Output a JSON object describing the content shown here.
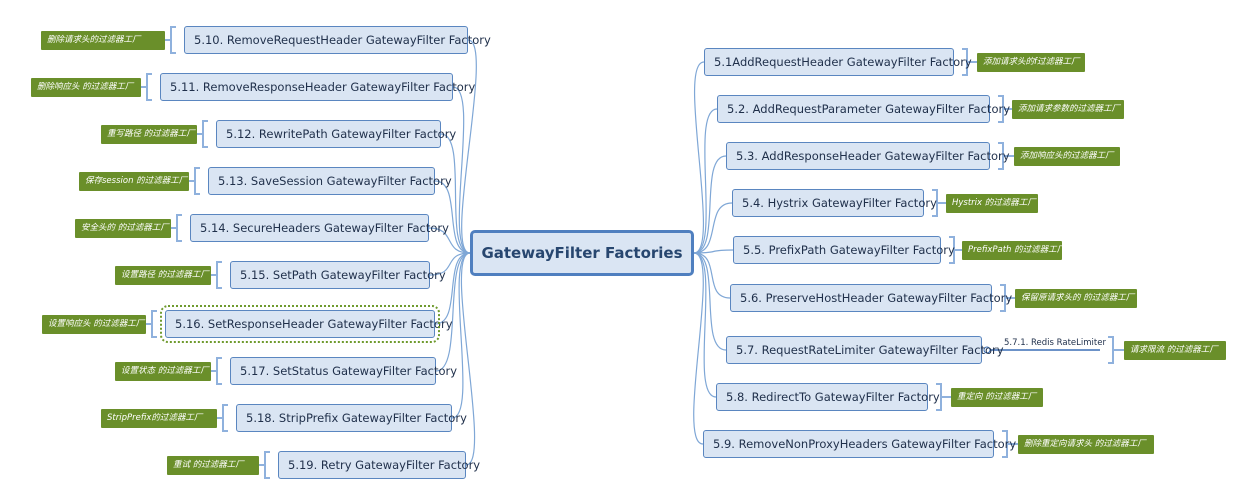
{
  "root": {
    "label": "GatewayFilter Factories"
  },
  "left": [
    {
      "id": "n510",
      "label": "5.10. RemoveRequestHeader GatewayFilter Factory",
      "note": "删除请求头的过滤器工厂"
    },
    {
      "id": "n511",
      "label": "5.11. RemoveResponseHeader GatewayFilter Factory",
      "note": "删除响应头 的过滤器工厂"
    },
    {
      "id": "n512",
      "label": "5.12. RewritePath GatewayFilter Factory",
      "note": "重写路径 的过滤器工厂"
    },
    {
      "id": "n513",
      "label": "5.13. SaveSession GatewayFilter Factory",
      "note": "保存session 的过滤器工厂"
    },
    {
      "id": "n514",
      "label": "5.14. SecureHeaders GatewayFilter Factory",
      "note": "安全头的 的过滤器工厂"
    },
    {
      "id": "n515",
      "label": "5.15. SetPath GatewayFilter Factory",
      "note": "设置路径 的过滤器工厂"
    },
    {
      "id": "n516",
      "label": "5.16. SetResponseHeader GatewayFilter Factory",
      "note": "设置响应头 的过滤器工厂",
      "selected": true
    },
    {
      "id": "n517",
      "label": "5.17. SetStatus GatewayFilter Factory",
      "note": "设置状态 的过滤器工厂"
    },
    {
      "id": "n518",
      "label": "5.18. StripPrefix GatewayFilter Factory",
      "note": "StripPrefix的过滤器工厂"
    },
    {
      "id": "n519",
      "label": "5.19. Retry GatewayFilter Factory",
      "note": "重试 的过滤器工厂"
    }
  ],
  "right": [
    {
      "id": "n51",
      "label": "5.1AddRequestHeader GatewayFilter Factory",
      "note": "添加请求头的f过滤器工厂"
    },
    {
      "id": "n52",
      "label": "5.2. AddRequestParameter GatewayFilter Factory",
      "note": "添加请求参数的过滤器工厂"
    },
    {
      "id": "n53",
      "label": "5.3. AddResponseHeader GatewayFilter Factory",
      "note": "添加响应头的过滤器工厂"
    },
    {
      "id": "n54",
      "label": "5.4. Hystrix GatewayFilter Factory",
      "note": "Hystrix 的过滤器工厂"
    },
    {
      "id": "n55",
      "label": "5.5. PrefixPath GatewayFilter Factory",
      "note": "PrefixPath 的过滤器工厂"
    },
    {
      "id": "n56",
      "label": "5.6. PreserveHostHeader GatewayFilter Factory",
      "note": "保留原请求头的 的过滤器工厂"
    },
    {
      "id": "n57",
      "label": "5.7. RequestRateLimiter GatewayFilter Factory",
      "note": "请求限流 的过滤器工厂",
      "sub": "5.7.1. Redis RateLimiter"
    },
    {
      "id": "n58",
      "label": "5.8. RedirectTo GatewayFilter Factory",
      "note": "重定向 的过滤器工厂"
    },
    {
      "id": "n59",
      "label": "5.9. RemoveNonProxyHeaders GatewayFilter Factory",
      "note": "删除重定向请求头 的过滤器工厂"
    }
  ],
  "colors": {
    "node_fill": "#dae5f3",
    "node_border": "#5a86c0",
    "link": "#7fa7d6",
    "note_fill": "#6a8f2a",
    "bracket": "#8fb1dd",
    "sub_line": "#3b6fb5"
  }
}
